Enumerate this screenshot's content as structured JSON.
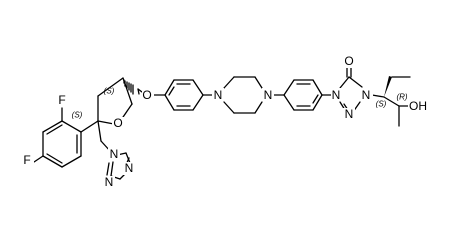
{
  "molecule": {
    "atoms": {
      "f_top": "F",
      "f_bottom": "F",
      "o_ether": "O",
      "o_ring": "O",
      "n_pip_left": "N",
      "n_pip_right": "N",
      "o_carbonyl": "O",
      "n_triazolone_4": "N",
      "n_triazolone_1": "N",
      "n_triazolone_2": "N",
      "oh": "OH",
      "n_tz_1": "N",
      "n_tz_2": "N",
      "n_tz_4": "N"
    },
    "stereo_labels": {
      "s_top": "(S)",
      "s_quat": "(S)",
      "s_side": "(S)",
      "r_side": "(R)"
    }
  }
}
